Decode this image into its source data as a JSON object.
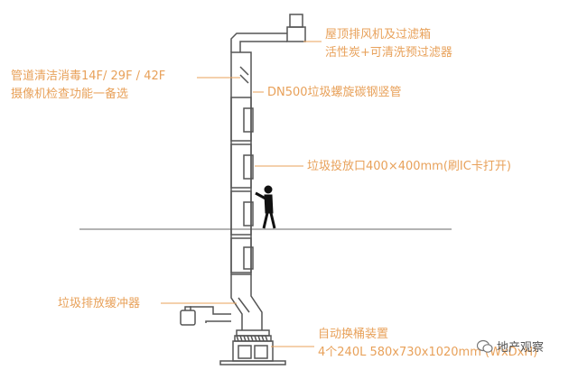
{
  "colors": {
    "accent": "#e8a15a",
    "line": "#555555",
    "ground": "#9a9a9a"
  },
  "labels": {
    "roof_exhaust_line1": "屋顶排风机及过滤箱",
    "roof_exhaust_line2": "活性炭+可清洗预过滤器",
    "cleaning_line1": "管道清洁消毒14F/ 29F / 42F",
    "cleaning_line2": "摄像机检查功能一备选",
    "chute": "DN500垃圾螺旋碳钢竖管",
    "inlet": "垃圾投放口400×400mm(刷IC卡打开)",
    "buffer": "垃圾排放缓冲器",
    "changer_line1": "自动换桶装置",
    "changer_line2": "4个240L 580x730x1020mm (WxDxH)"
  },
  "watermark": {
    "text": "地产观察",
    "icon": "wechat-logo-icon"
  }
}
